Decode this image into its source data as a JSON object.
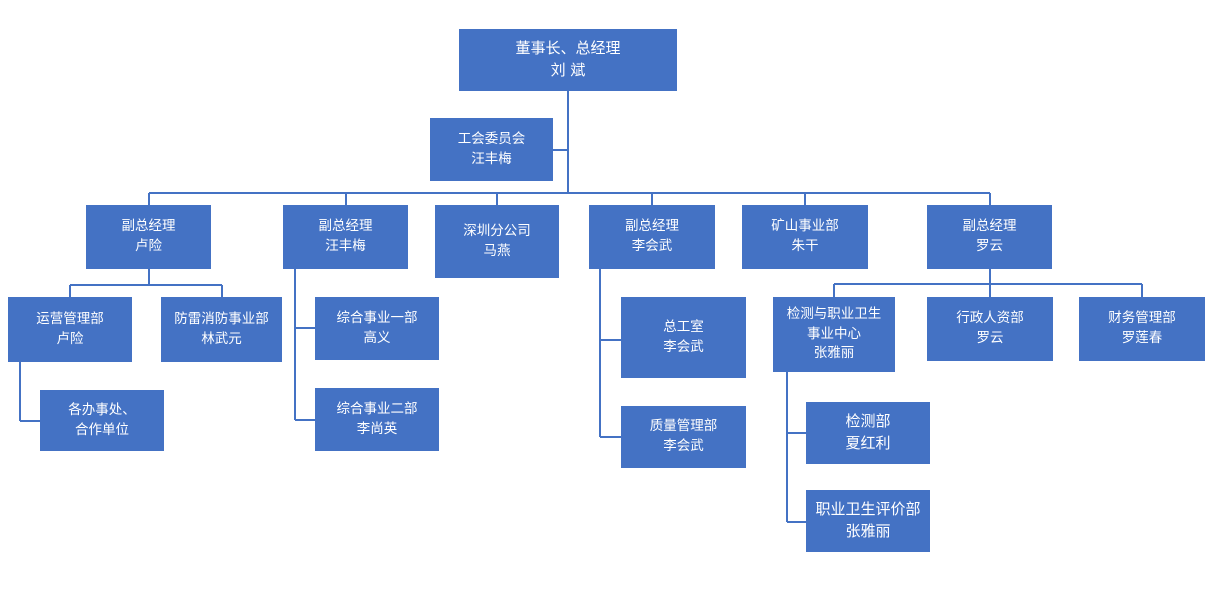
{
  "colors": {
    "box_fill": "#4472C4",
    "text": "#FFFFFF",
    "connector": "#4472C4"
  },
  "nodes": {
    "ceo": {
      "title": "董事长、总经理",
      "name": "刘 斌"
    },
    "union": {
      "title": "工会委员会",
      "name": "汪丰梅"
    },
    "vp_lu": {
      "title": "副总经理",
      "name": "卢险"
    },
    "vp_wang": {
      "title": "副总经理",
      "name": "汪丰梅"
    },
    "shenzhen": {
      "title": "深圳分公司",
      "name": "马燕"
    },
    "vp_li": {
      "title": "副总经理",
      "name": "李会武"
    },
    "mining": {
      "title": "矿山事业部",
      "name": "朱干"
    },
    "vp_luo": {
      "title": "副总经理",
      "name": "罗云"
    },
    "ops": {
      "title": "运营管理部",
      "name": "卢险"
    },
    "fire": {
      "title": "防雷消防事业部",
      "name": "林武元"
    },
    "offices": {
      "line1": "各办事处、",
      "line2": "合作单位"
    },
    "biz1": {
      "title": "综合事业一部",
      "name": "高义"
    },
    "biz2": {
      "title": "综合事业二部",
      "name": "李尚英"
    },
    "chief_eng": {
      "title": "总工室",
      "name": "李会武"
    },
    "quality": {
      "title": "质量管理部",
      "name": "李会武"
    },
    "testing_center": {
      "line1": "检测与职业卫生",
      "line2": "事业中心",
      "name": "张雅丽"
    },
    "hr": {
      "title": "行政人资部",
      "name": "罗云"
    },
    "finance": {
      "title": "财务管理部",
      "name": "罗莲春"
    },
    "testing": {
      "title": "检测部",
      "name": "夏红利"
    },
    "occ_health": {
      "title": "职业卫生评价部",
      "name": "张雅丽"
    }
  }
}
